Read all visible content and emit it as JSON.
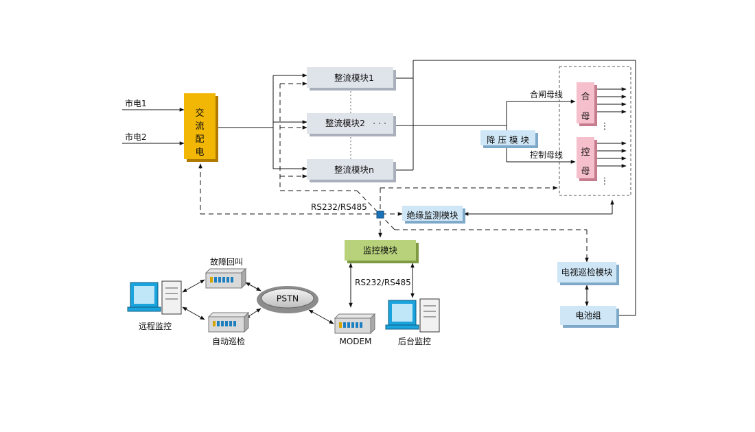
{
  "inputs": {
    "mains1": "市电1",
    "mains2": "市电2"
  },
  "ac_distribution": {
    "chars": [
      "交",
      "流",
      "配",
      "电"
    ]
  },
  "rectifiers": {
    "module1": "整流模块1",
    "module2": "整流模块2",
    "module2_ellipsis": "· · ·",
    "module_n": "整流模块n"
  },
  "step_down": "降 压 模 块",
  "buses": {
    "closing_label": "合闸母线",
    "control_label": "控制母线",
    "closing_chars": [
      "合",
      "母"
    ],
    "control_chars": [
      "控",
      "母"
    ],
    "ellipsis": "⋮"
  },
  "comm": {
    "rs_top": "RS232/RS485",
    "rs_bottom": "RS232/RS485"
  },
  "insulation_monitor": "绝缘监测模块",
  "monitor_module": "监控模块",
  "tv_patrol": "电视巡检模块",
  "battery": "电池组",
  "remote": {
    "remote_monitor": "远程监控",
    "fault_callback": "故障回叫",
    "auto_patrol": "自动巡检",
    "pstn": "PSTN",
    "modem": "MODEM",
    "local_monitor": "后台监控"
  },
  "colors": {
    "ac_fill": "#f2b705",
    "rectifier_fill": "#dfe3ea",
    "blue_block": "#cfe6f6",
    "green_block": "#b7d27a",
    "bus_block": "#f6bfcc",
    "pc_blue": "#1aa3dc"
  }
}
